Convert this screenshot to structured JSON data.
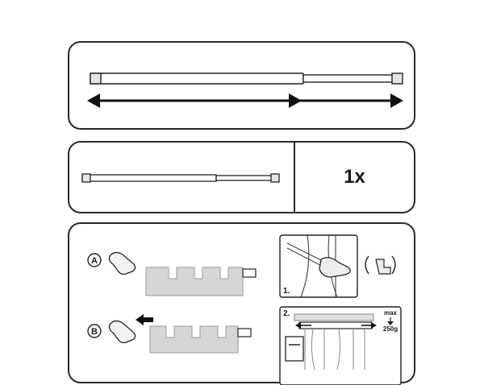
{
  "quantity_label": "1x",
  "step_markers": [
    "A",
    "B"
  ],
  "step_numbers": [
    "1.",
    "2."
  ],
  "weight_label": {
    "line1": "max",
    "line2": "250g"
  }
}
